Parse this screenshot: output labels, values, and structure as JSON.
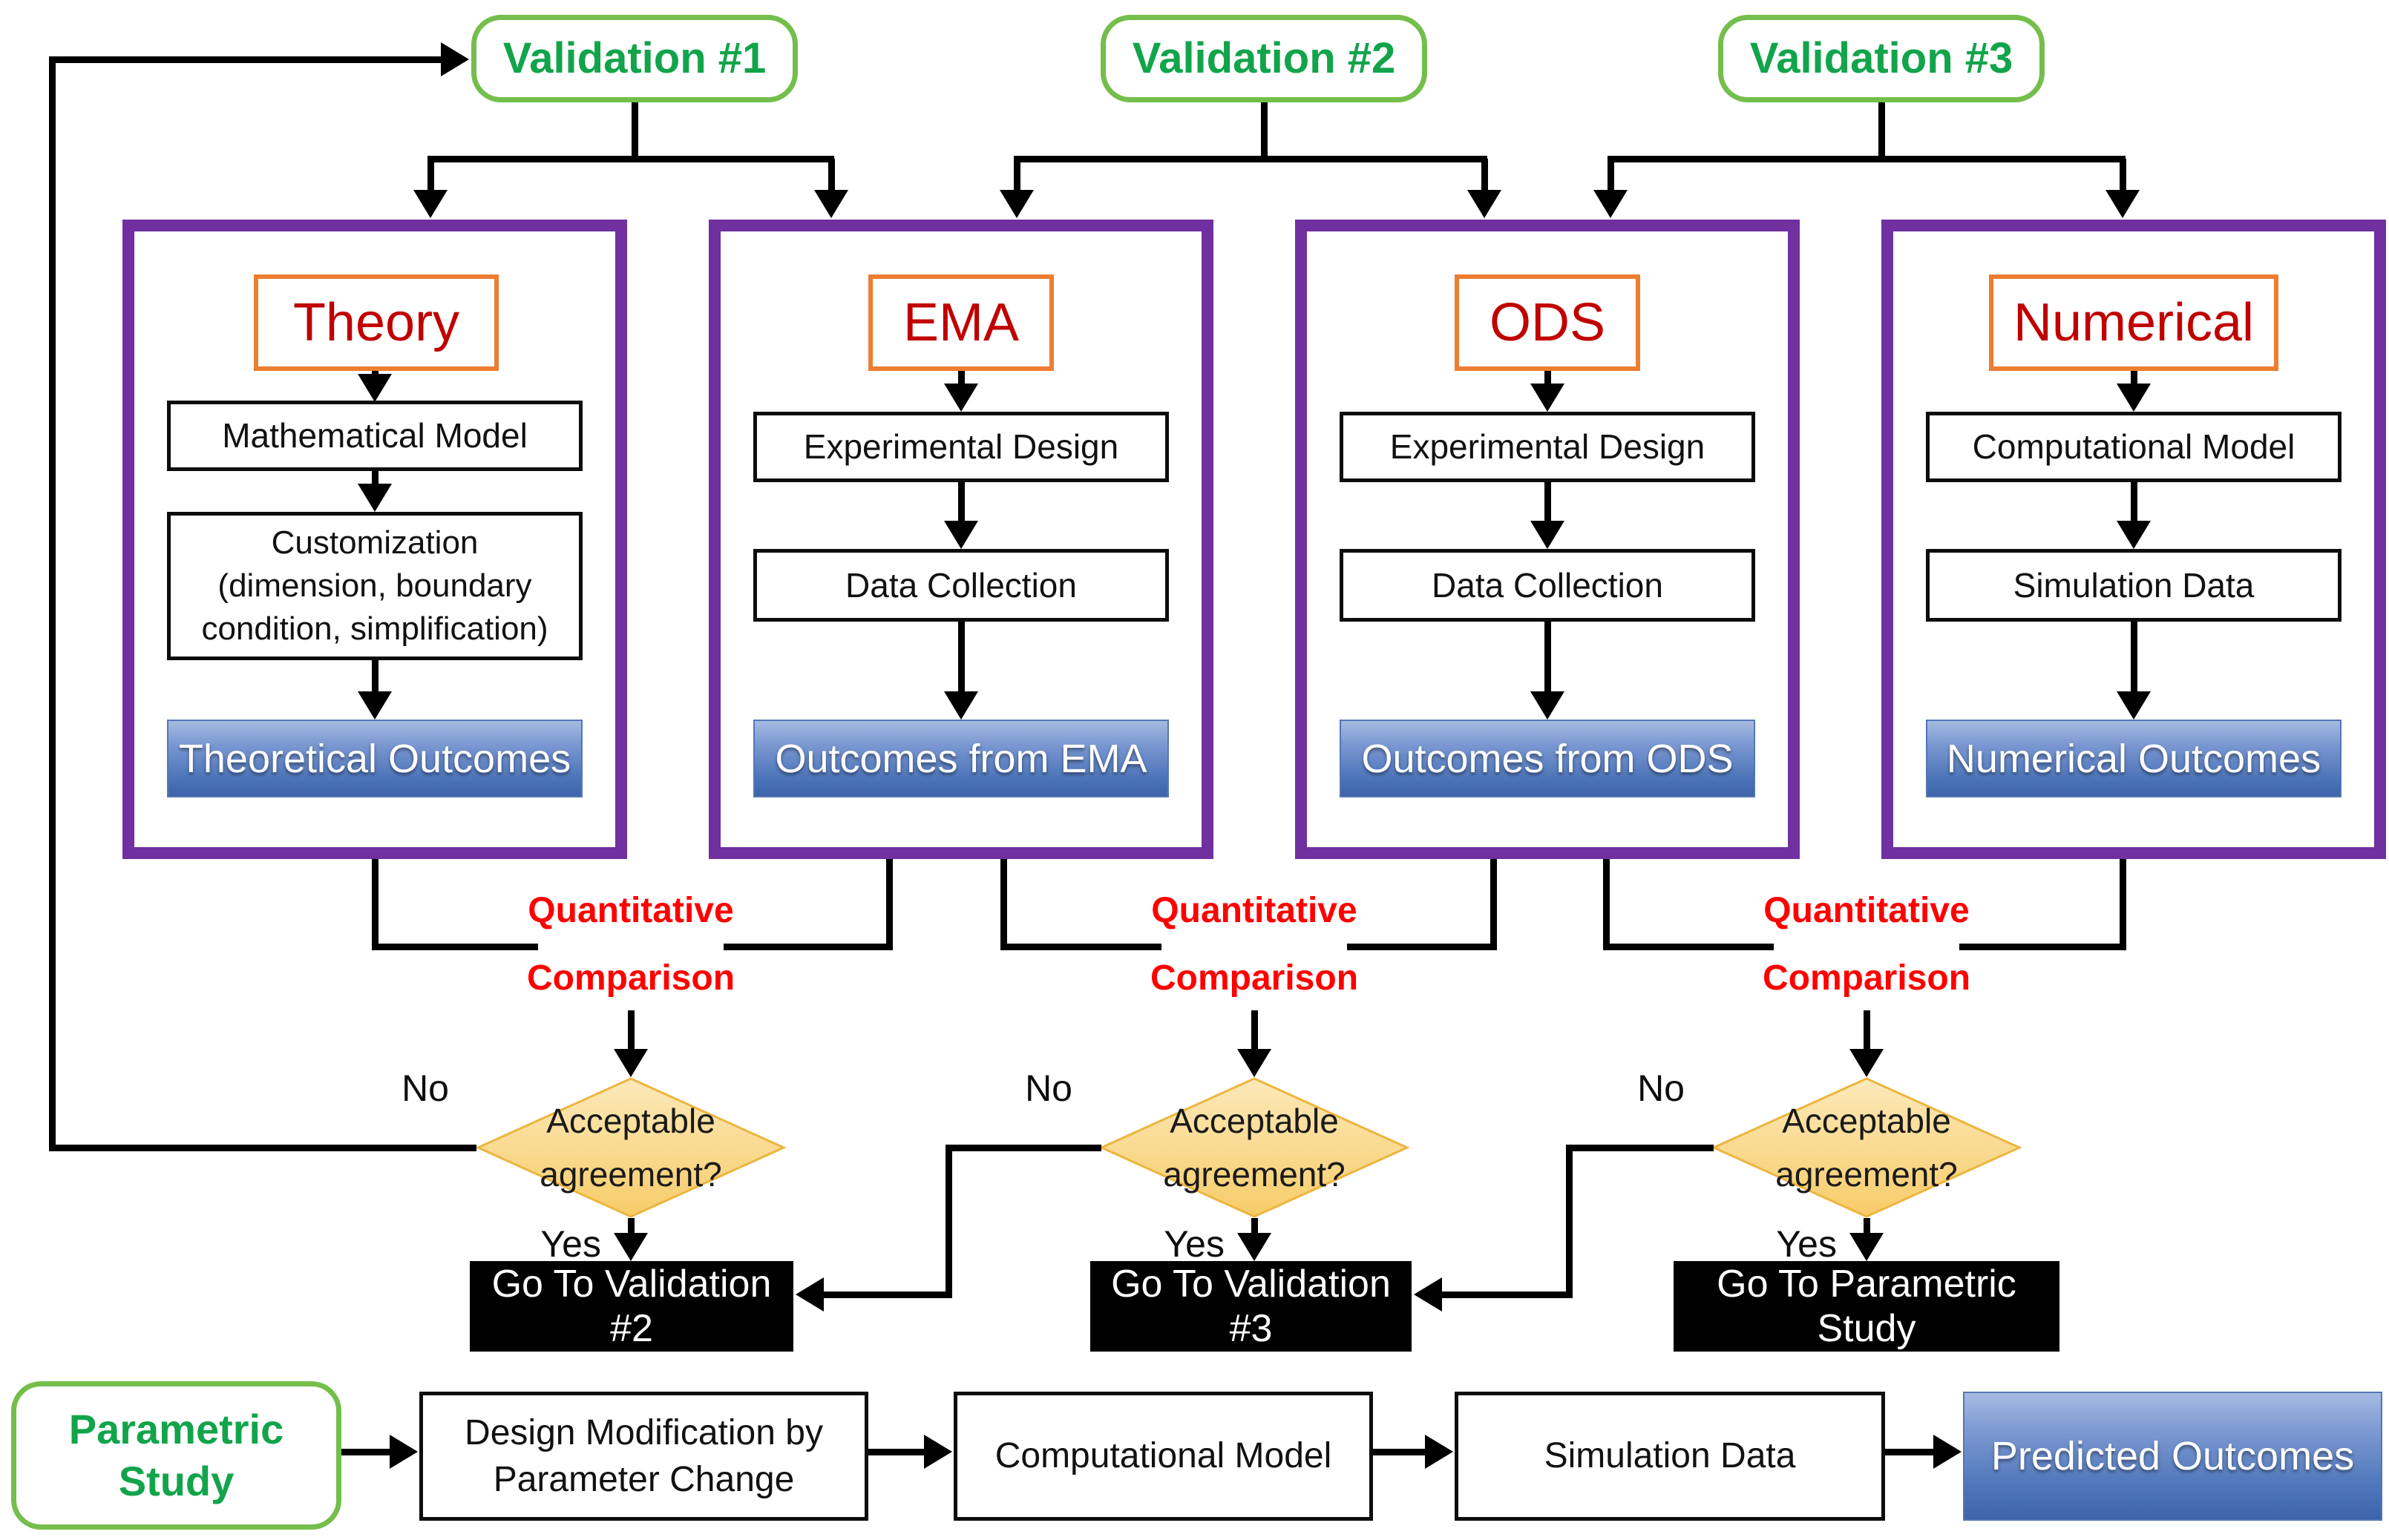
{
  "diagram": {
    "validations": [
      "Validation #1",
      "Validation #2",
      "Validation #3"
    ],
    "columns": [
      {
        "title": "Theory",
        "rows": [
          [
            "Mathematical Model"
          ],
          [
            "Customization",
            "(dimension, boundary",
            "condition, simplification)"
          ]
        ],
        "outcome": "Theoretical Outcomes"
      },
      {
        "title": "EMA",
        "rows": [
          [
            "Experimental Design"
          ],
          [
            "Data Collection"
          ]
        ],
        "outcome": "Outcomes from EMA"
      },
      {
        "title": "ODS",
        "rows": [
          [
            "Experimental Design"
          ],
          [
            "Data Collection"
          ]
        ],
        "outcome": "Outcomes from ODS"
      },
      {
        "title": "Numerical",
        "rows": [
          [
            "Computational Model"
          ],
          [
            "Simulation Data"
          ]
        ],
        "outcome": "Numerical Outcomes"
      }
    ],
    "comparisons": [
      {
        "label_line1": "Quantitative",
        "label_line2": "Comparison",
        "question_line1": "Acceptable",
        "question_line2": "agreement?",
        "no": "No",
        "yes": "Yes",
        "action": "Go To Validation #2"
      },
      {
        "label_line1": "Quantitative",
        "label_line2": "Comparison",
        "question_line1": "Acceptable",
        "question_line2": "agreement?",
        "no": "No",
        "yes": "Yes",
        "action": "Go To Validation #3"
      },
      {
        "label_line1": "Quantitative",
        "label_line2": "Comparison",
        "question_line1": "Acceptable",
        "question_line2": "agreement?",
        "no": "No",
        "yes": "Yes",
        "action": "Go To Parametric Study"
      }
    ],
    "parametric": {
      "title_line1": "Parametric",
      "title_line2": "Study",
      "steps": [
        [
          "Design Modification by",
          "Parameter Change"
        ],
        [
          "Computational Model"
        ],
        [
          "Simulation Data"
        ]
      ],
      "outcome": "Predicted Outcomes"
    },
    "colors": {
      "purple": "#7030A0",
      "orange": "#ED7D31",
      "title_red": "#C00000",
      "comparison_red": "#FF0000",
      "green_text": "#12A44B",
      "green_border": "#74BE4C",
      "blue": "#4472C4",
      "diamond_fill": "#F9D47C",
      "diamond_border": "#EDB53F",
      "black": "#000000"
    }
  }
}
